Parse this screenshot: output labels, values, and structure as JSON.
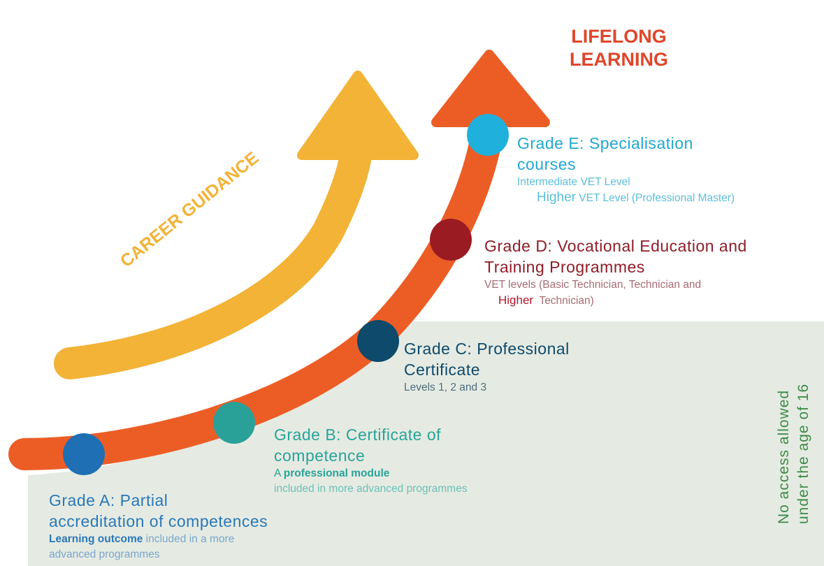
{
  "title": "LIFELONG LEARNING",
  "title_lines": [
    "LIFELONG",
    "LEARNING"
  ],
  "career_guidance": "CAREER GUIDANCE",
  "side_note": [
    "No access allowed",
    "under the age of 16"
  ],
  "colors": {
    "orange": "#ec5d26",
    "yellow": "#f2b337",
    "panel": "#e5ebe3",
    "red_title": "#e0462a"
  },
  "grades": [
    {
      "title": [
        "Grade A: Partial",
        "accreditation of competences"
      ],
      "bold": "Learning outcome",
      "sub": [
        " included in a more",
        "advanced programmes"
      ],
      "color": "#2a78b8"
    },
    {
      "title": [
        "Grade B: Certificate of",
        "competence"
      ],
      "sub_prefix": "A ",
      "bold": "professional module",
      "sub": [
        "included in more advanced programmes"
      ],
      "color": "#2aa398"
    },
    {
      "title": [
        "Grade C: Professional",
        "Certificate"
      ],
      "sub": [
        "Levels 1, 2 and 3"
      ],
      "color": "#0f4a6a"
    },
    {
      "title": [
        "Grade D: Vocational Education and",
        "Training Programmes"
      ],
      "sub": [
        "VET levels (Basic Technician, Technician and",
        "Higher",
        "Technician)"
      ],
      "color": "#8e1d28"
    },
    {
      "title": [
        "Grade E: Specialisation",
        "courses"
      ],
      "sub": [
        "Intermediate VET Level",
        "Higher",
        "VET Level (Professional Master)"
      ],
      "color": "#20a8cf"
    }
  ]
}
